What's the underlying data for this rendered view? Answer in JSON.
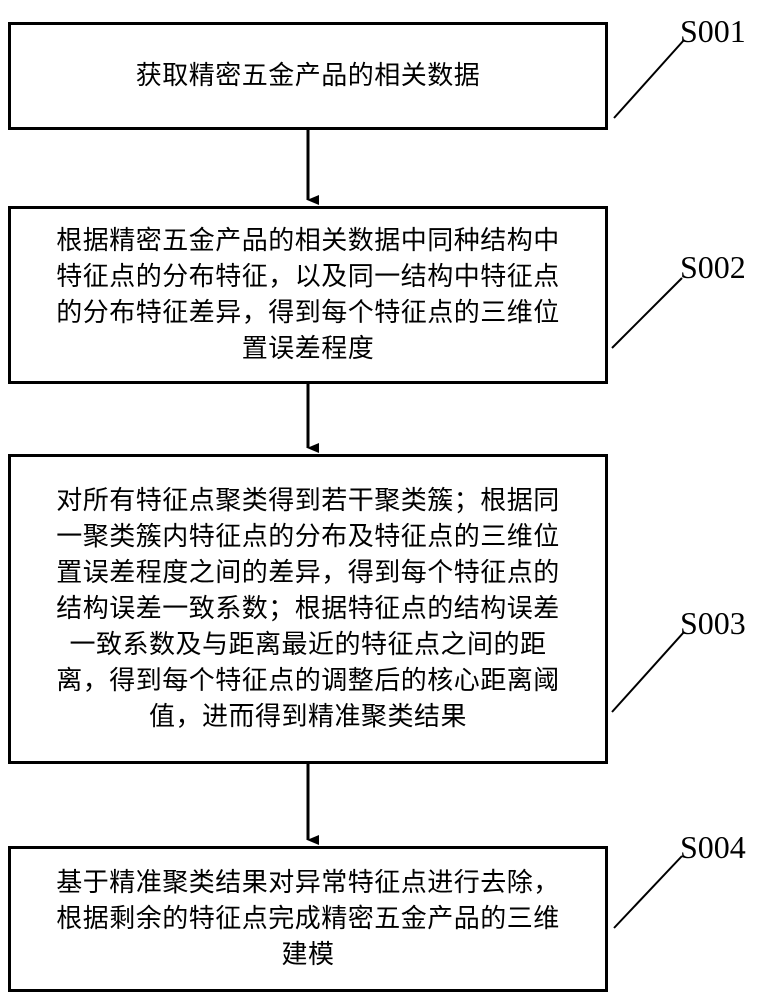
{
  "steps": [
    {
      "id": "S001",
      "lines": [
        "获取精密五金产品的相关数据"
      ]
    },
    {
      "id": "S002",
      "lines": [
        "根据精密五金产品的相关数据中同种结构中",
        "特征点的分布特征，以及同一结构中特征点",
        "的分布特征差异，得到每个特征点的三维位",
        "置误差程度"
      ]
    },
    {
      "id": "S003",
      "lines": [
        "对所有特征点聚类得到若干聚类簇；根据同",
        "一聚类簇内特征点的分布及特征点的三维位",
        "置误差程度之间的差异，得到每个特征点的",
        "结构误差一致系数；根据特征点的结构误差",
        "一致系数及与距离最近的特征点之间的距",
        "离，得到每个特征点的调整后的核心距离阈",
        "值，进而得到精准聚类结果"
      ]
    },
    {
      "id": "S004",
      "lines": [
        "基于精准聚类结果对异常特征点进行去除，",
        "根据剩余的特征点完成精密五金产品的三维",
        "建模"
      ]
    }
  ]
}
